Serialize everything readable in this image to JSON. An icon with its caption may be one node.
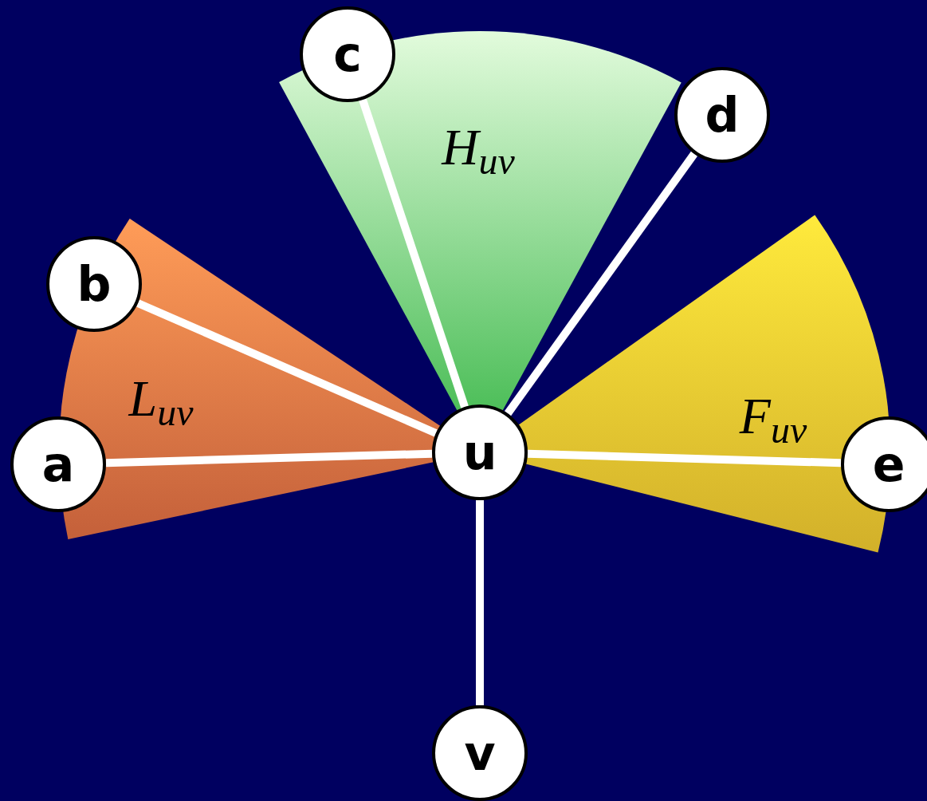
{
  "diagram": {
    "nodes": [
      {
        "text": [
          "c"
        ]
      },
      {
        "text": [
          "d"
        ]
      },
      {
        "text": [
          "b"
        ]
      },
      {
        "text": [
          "a"
        ]
      },
      {
        "text": [
          "u"
        ]
      },
      {
        "text": [
          "e"
        ]
      },
      {
        "text": [
          "v"
        ]
      }
    ],
    "edges": [
      {
        "from": 4,
        "to": 3,
        "arrow": "none"
      },
      {
        "from": 4,
        "to": 2,
        "arrow": "none"
      },
      {
        "from": 4,
        "to": 0,
        "arrow": "none"
      },
      {
        "from": 4,
        "to": 1,
        "arrow": "none"
      },
      {
        "from": 4,
        "to": 5,
        "arrow": "none"
      },
      {
        "from": 4,
        "to": 6,
        "arrow": "none"
      }
    ],
    "labels": [
      "H$_{uv}$",
      "L$_{uv}$",
      "F$_{uv}$"
    ]
  }
}
